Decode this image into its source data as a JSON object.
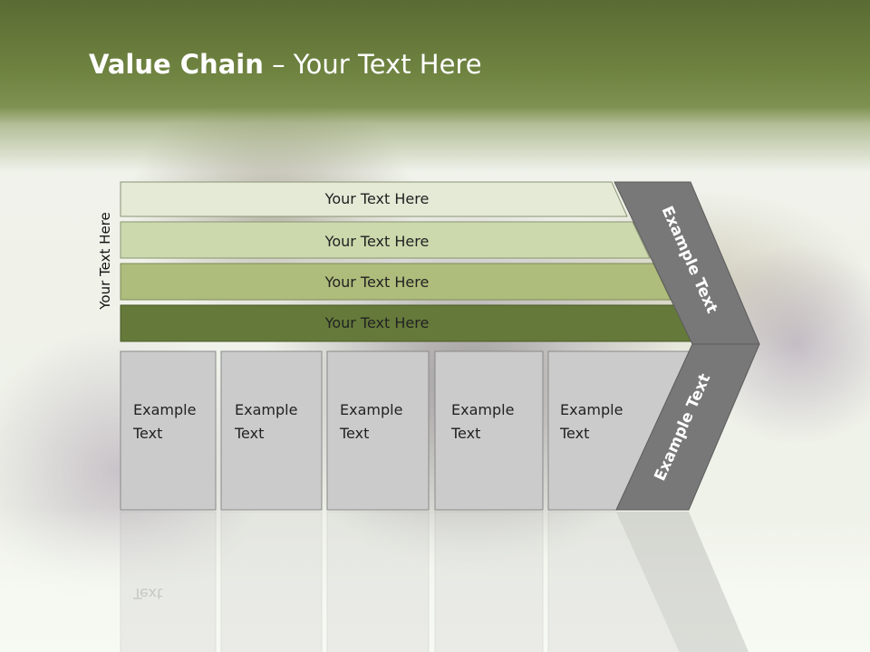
{
  "slide": {
    "title_bold": "Value Chain",
    "title_rest": " – Your Text Here",
    "side_label": "Your Text Here"
  },
  "rows": [
    {
      "label": "Your Text Here",
      "color": "#e4ead6"
    },
    {
      "label": "Your Text Here",
      "color": "#ccd9ad"
    },
    {
      "label": "Your Text Here",
      "color": "#aebd7b"
    },
    {
      "label": "Your Text Here",
      "color": "#657a3a"
    }
  ],
  "boxes": [
    {
      "line1": "Example",
      "line2": "Text"
    },
    {
      "line1": "Example",
      "line2": "Text"
    },
    {
      "line1": "Example",
      "line2": "Text"
    },
    {
      "line1": "Example",
      "line2": "Text"
    },
    {
      "line1": "Example",
      "line2": "Text"
    }
  ],
  "chevron": {
    "upper_label": "Example Text",
    "lower_label": "Example Text",
    "color": "#787878"
  },
  "colors": {
    "box_fill": "#cbcbcb",
    "box_border": "#8a8a8a",
    "header_green": "#6e8240"
  }
}
